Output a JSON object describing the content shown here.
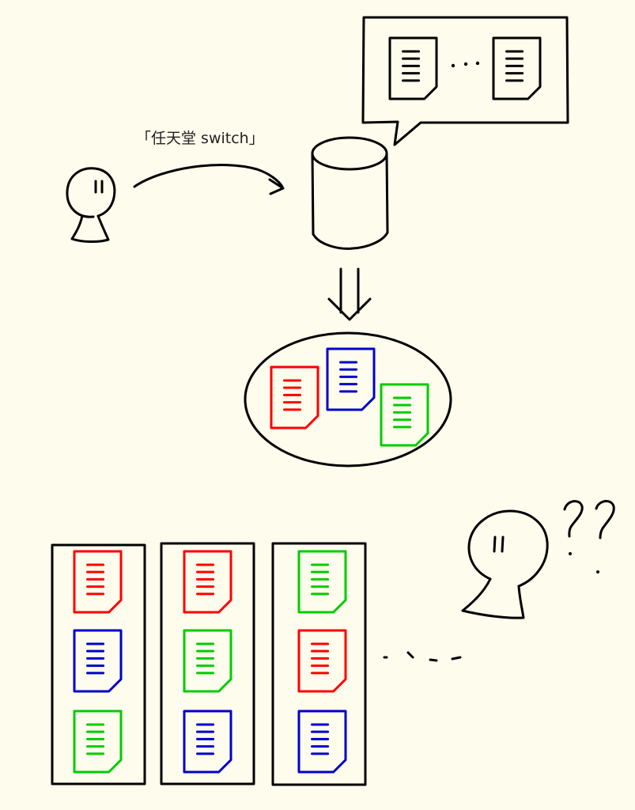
{
  "query_label": "「任天堂 switch」",
  "colors": {
    "background": "#fefcec",
    "ink": "#000000",
    "red": "#ff0000",
    "blue": "#0000cc",
    "green": "#00cc00"
  },
  "bubble_documents": [
    "ink",
    "ink"
  ],
  "cluster_documents": [
    "red",
    "blue",
    "green"
  ],
  "result_columns": [
    [
      "red",
      "blue",
      "green"
    ],
    [
      "red",
      "green",
      "blue"
    ],
    [
      "green",
      "red",
      "blue"
    ]
  ],
  "confused_marks": "??"
}
